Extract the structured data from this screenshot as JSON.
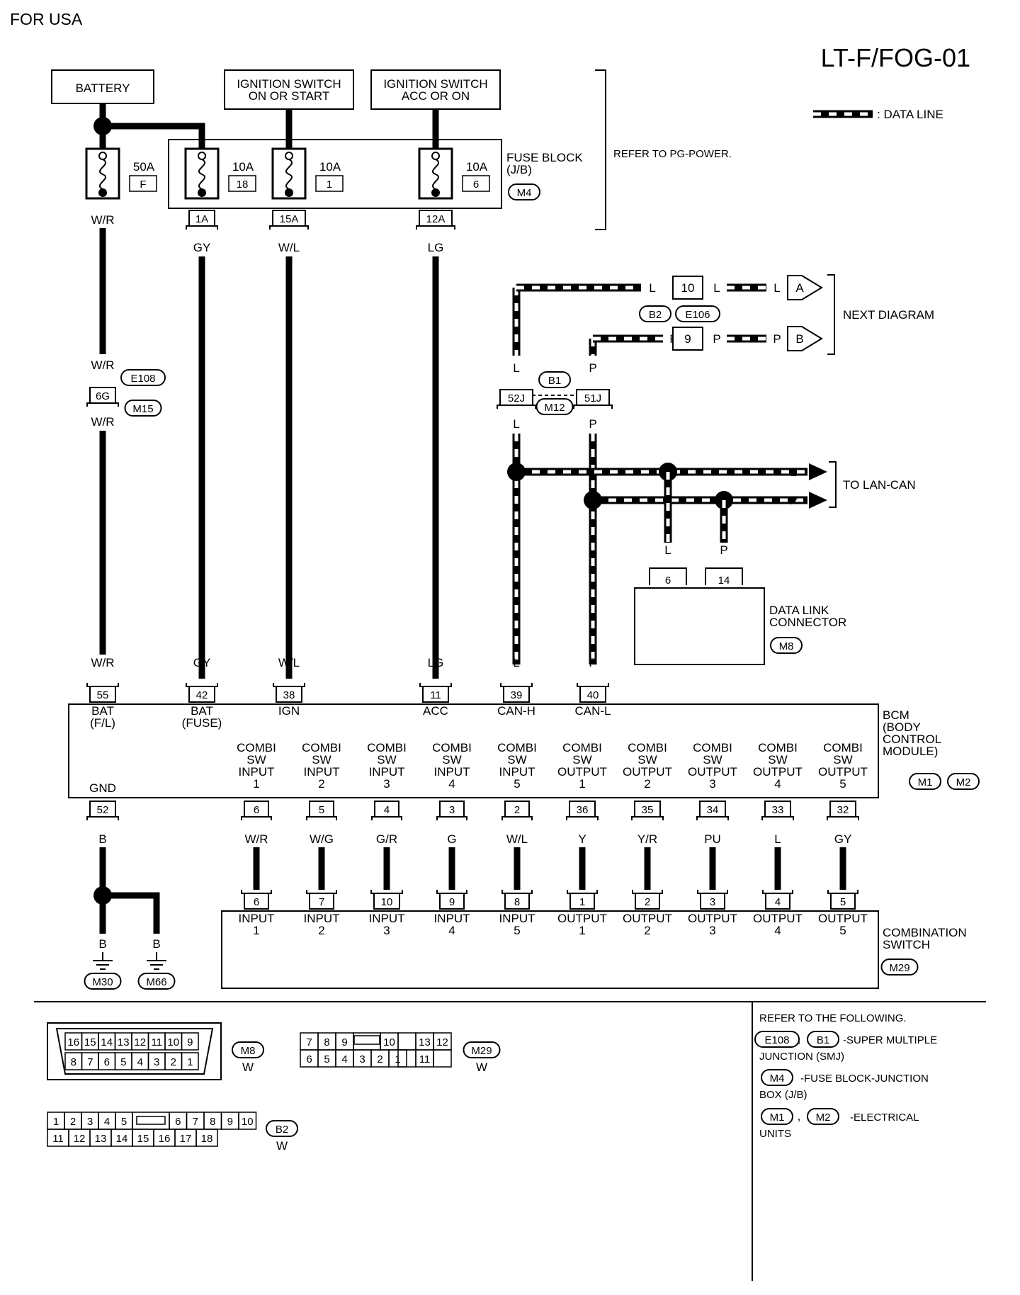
{
  "header": {
    "region": "FOR USA",
    "diagram_code": "LT-F/FOG-01"
  },
  "legend": {
    "data_line": ": DATA LINE"
  },
  "power": {
    "battery": "BATTERY",
    "ign_on_start": [
      "IGNITION SWITCH",
      "ON OR START"
    ],
    "ign_acc_on": [
      "IGNITION SWITCH",
      "ACC OR ON"
    ],
    "refer_pg": "REFER TO PG-POWER."
  },
  "fuse_block": {
    "label": [
      "FUSE BLOCK",
      "(J/B)"
    ],
    "conn": "M4",
    "fuses": [
      {
        "amps": "50A",
        "id": "F"
      },
      {
        "amps": "10A",
        "id": "18",
        "term": "1A",
        "wire": "GY"
      },
      {
        "amps": "10A",
        "id": "1",
        "term": "15A",
        "wire": "W/L"
      },
      {
        "amps": "10A",
        "id": "6",
        "term": "12A",
        "wire": "LG"
      }
    ],
    "battery_wire": "W/R"
  },
  "joint": {
    "term": "6G",
    "wire": "W/R",
    "conns": [
      "E108",
      "M15"
    ]
  },
  "next_diagram": {
    "label": "NEXT DIAGRAM",
    "rows": [
      {
        "pin": "10",
        "wire": "L",
        "arrow": "A"
      },
      {
        "pin": "9",
        "wire": "P",
        "arrow": "B"
      }
    ],
    "conns": [
      "B2",
      "E106"
    ]
  },
  "smj": {
    "pins": [
      "52J",
      "51J"
    ],
    "conns": [
      "B1",
      "M12"
    ],
    "wires": [
      "L",
      "P"
    ]
  },
  "lan_can": {
    "label": "TO LAN-CAN",
    "wires": [
      "L",
      "P"
    ]
  },
  "dlc": {
    "label": [
      "DATA LINK",
      "CONNECTOR"
    ],
    "conn": "M8",
    "pins": [
      {
        "pin": "6",
        "wire": "L"
      },
      {
        "pin": "14",
        "wire": "P"
      }
    ]
  },
  "bcm": {
    "label": [
      "BCM",
      "(BODY",
      "CONTROL",
      "MODULE)"
    ],
    "conns": [
      "M1",
      "M2"
    ],
    "top": [
      {
        "pin": "55",
        "wire": "W/R",
        "name": [
          "BAT",
          "(F/L)"
        ]
      },
      {
        "pin": "42",
        "wire": "GY",
        "name": [
          "BAT",
          "(FUSE)"
        ]
      },
      {
        "pin": "38",
        "wire": "W/L",
        "name": [
          "IGN"
        ]
      },
      {
        "pin": "11",
        "wire": "LG",
        "name": [
          "ACC"
        ]
      },
      {
        "pin": "39",
        "wire": "L",
        "name": [
          "CAN-H"
        ]
      },
      {
        "pin": "40",
        "wire": "P",
        "name": [
          "CAN-L"
        ]
      }
    ],
    "gnd": {
      "pin": "52",
      "wire": "B",
      "name": "GND"
    },
    "bottom": [
      {
        "pin": "6",
        "wire": "W/R",
        "name": [
          "COMBI",
          "SW",
          "INPUT",
          "1"
        ]
      },
      {
        "pin": "5",
        "wire": "W/G",
        "name": [
          "COMBI",
          "SW",
          "INPUT",
          "2"
        ]
      },
      {
        "pin": "4",
        "wire": "G/R",
        "name": [
          "COMBI",
          "SW",
          "INPUT",
          "3"
        ]
      },
      {
        "pin": "3",
        "wire": "G",
        "name": [
          "COMBI",
          "SW",
          "INPUT",
          "4"
        ]
      },
      {
        "pin": "2",
        "wire": "W/L",
        "name": [
          "COMBI",
          "SW",
          "INPUT",
          "5"
        ]
      },
      {
        "pin": "36",
        "wire": "Y",
        "name": [
          "COMBI",
          "SW",
          "OUTPUT",
          "1"
        ]
      },
      {
        "pin": "35",
        "wire": "Y/R",
        "name": [
          "COMBI",
          "SW",
          "OUTPUT",
          "2"
        ]
      },
      {
        "pin": "34",
        "wire": "PU",
        "name": [
          "COMBI",
          "SW",
          "OUTPUT",
          "3"
        ]
      },
      {
        "pin": "33",
        "wire": "L",
        "name": [
          "COMBI",
          "SW",
          "OUTPUT",
          "4"
        ]
      },
      {
        "pin": "32",
        "wire": "GY",
        "name": [
          "COMBI",
          "SW",
          "OUTPUT",
          "5"
        ]
      }
    ]
  },
  "ground": {
    "wires": [
      "B",
      "B"
    ],
    "conns": [
      "M30",
      "M66"
    ]
  },
  "combo_switch": {
    "label": [
      "COMBINATION",
      "SWITCH"
    ],
    "conn": "M29",
    "pins": [
      {
        "pin": "6",
        "name": [
          "INPUT",
          "1"
        ]
      },
      {
        "pin": "7",
        "name": [
          "INPUT",
          "2"
        ]
      },
      {
        "pin": "10",
        "name": [
          "INPUT",
          "3"
        ]
      },
      {
        "pin": "9",
        "name": [
          "INPUT",
          "4"
        ]
      },
      {
        "pin": "8",
        "name": [
          "INPUT",
          "5"
        ]
      },
      {
        "pin": "1",
        "name": [
          "OUTPUT",
          "1"
        ]
      },
      {
        "pin": "2",
        "name": [
          "OUTPUT",
          "2"
        ]
      },
      {
        "pin": "3",
        "name": [
          "OUTPUT",
          "3"
        ]
      },
      {
        "pin": "4",
        "name": [
          "OUTPUT",
          "4"
        ]
      },
      {
        "pin": "5",
        "name": [
          "OUTPUT",
          "5"
        ]
      }
    ]
  },
  "connector_views": {
    "m8": {
      "conn": "M8",
      "color": "W",
      "top": [
        "16",
        "15",
        "14",
        "13",
        "12",
        "11",
        "10",
        "9"
      ],
      "bottom": [
        "8",
        "7",
        "6",
        "5",
        "4",
        "3",
        "2",
        "1"
      ]
    },
    "m29": {
      "conn": "M29",
      "color": "W",
      "top_left": [
        "7",
        "8",
        "9"
      ],
      "top_right": [
        "10",
        "13",
        "12"
      ],
      "bottom": [
        "6",
        "5",
        "4",
        "3",
        "2",
        "1",
        "11"
      ]
    },
    "b2": {
      "conn": "B2",
      "color": "W",
      "top_left": [
        "1",
        "2",
        "3",
        "4",
        "5"
      ],
      "top_right": [
        "6",
        "7",
        "8",
        "9",
        "10"
      ],
      "bottom": [
        "11",
        "12",
        "13",
        "14",
        "15",
        "16",
        "17",
        "18"
      ]
    }
  },
  "references": {
    "heading": "REFER TO THE FOLLOWING.",
    "items": [
      {
        "conns": [
          "E108",
          "B1"
        ],
        "text": [
          "-SUPER MULTIPLE",
          "JUNCTION (SMJ)"
        ]
      },
      {
        "conns": [
          "M4"
        ],
        "text": [
          "-FUSE BLOCK-JUNCTION",
          "BOX (J/B)"
        ]
      },
      {
        "conns": [
          "M1",
          "M2"
        ],
        "text": [
          "-ELECTRICAL",
          "UNITS"
        ]
      }
    ]
  }
}
